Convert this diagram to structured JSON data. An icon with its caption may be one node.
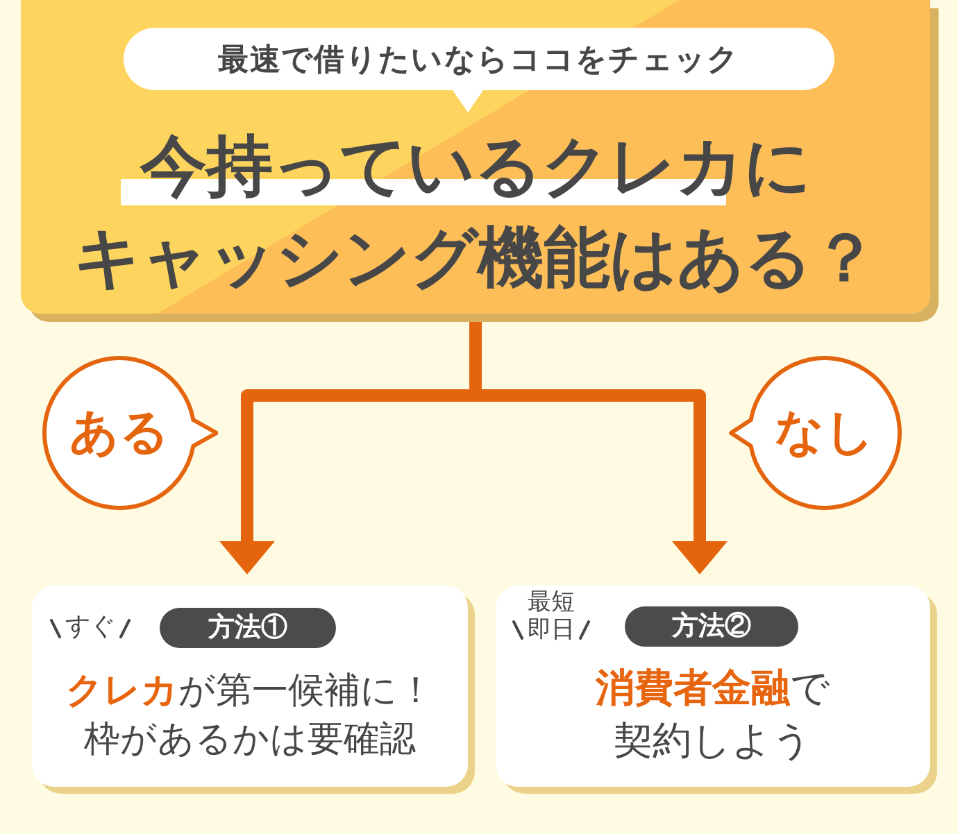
{
  "diagram": {
    "nodes": [
      {
        "text": [
          "今持っているクレカにキャッシング機能はある？"
        ]
      },
      {
        "text": [
          "最速で借りたいならココをチェック"
        ],
        "in": 0
      },
      {
        "text": [
          "ある"
        ]
      },
      {
        "text": [
          "なし"
        ]
      },
      {
        "text": [
          "すぐ",
          "**クレカ**が第一候補に！枠があるかは要確認"
        ]
      },
      {
        "text": [
          "方法①"
        ],
        "in": 4
      },
      {
        "text": [
          "最短即日",
          "**消費者金融**で契約しよう"
        ]
      },
      {
        "text": [
          "方法②"
        ],
        "in": 6
      }
    ],
    "edges": [
      {
        "from": 0,
        "to": 4,
        "arrow": "to"
      },
      {
        "from": 0,
        "to": 6,
        "arrow": "to"
      }
    ]
  }
}
